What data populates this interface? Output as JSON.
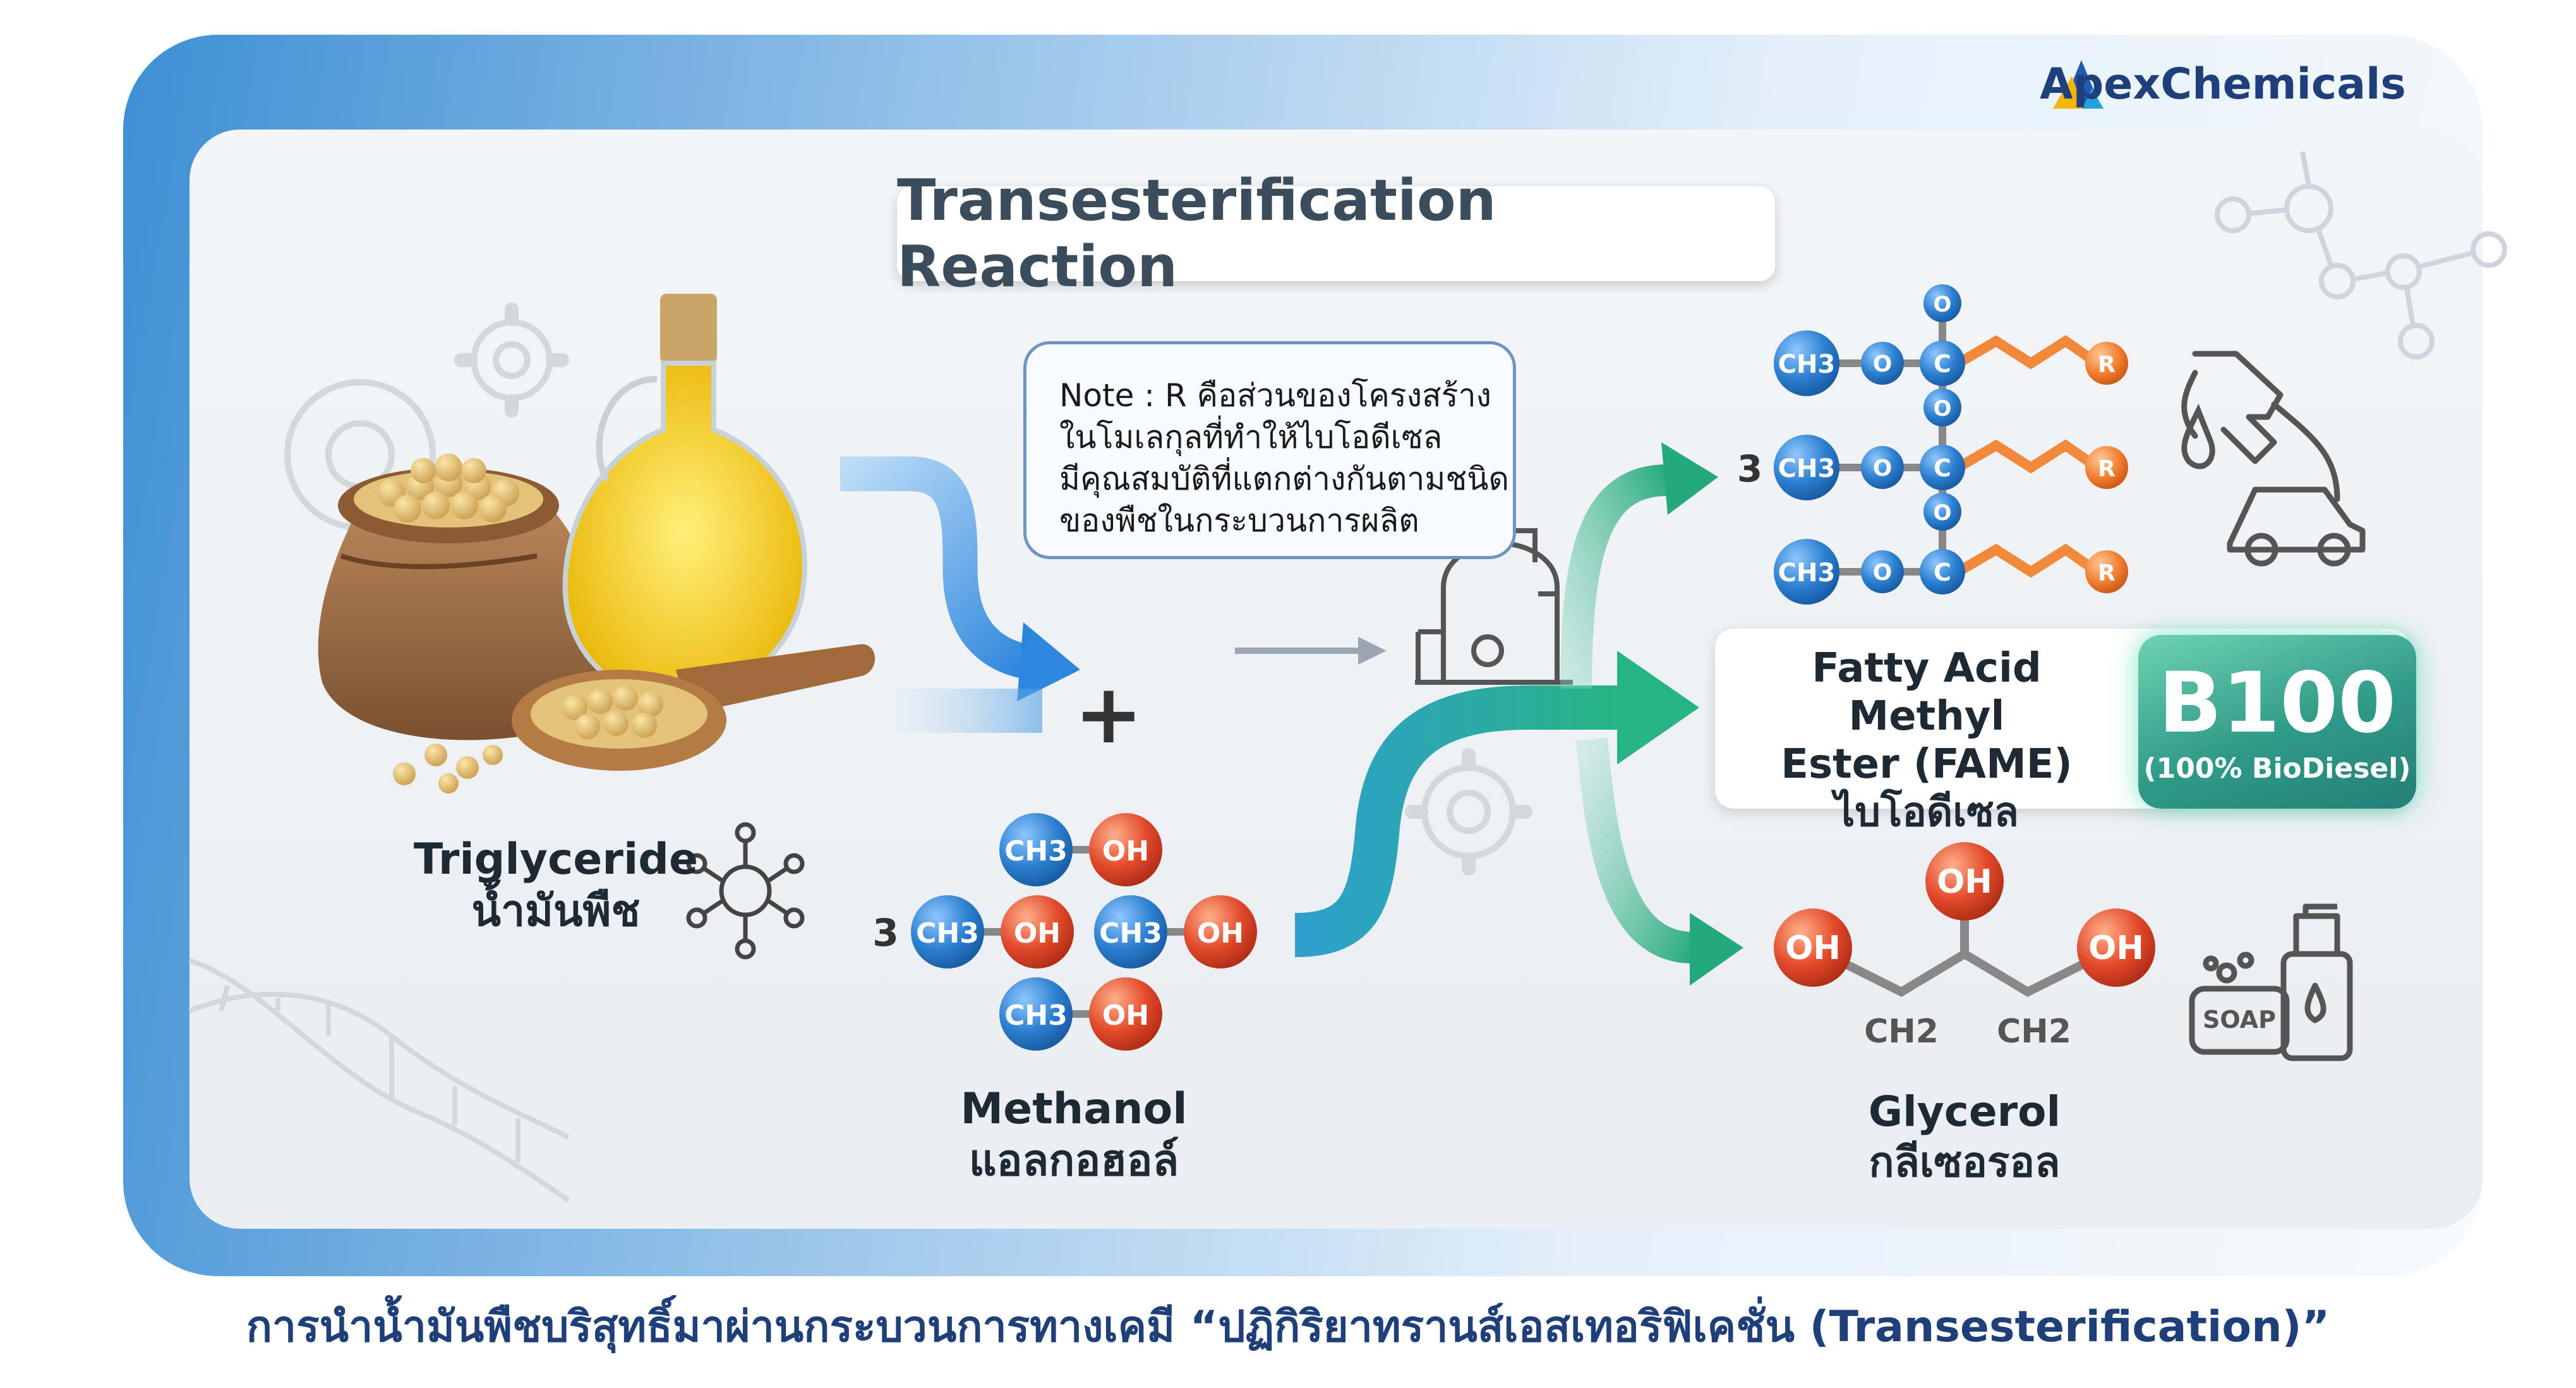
{
  "brand": {
    "name": "ApexChemicals"
  },
  "title": "Transesterification Reaction",
  "note": {
    "lines": [
      "Note : R คือส่วนของโครงสร้าง",
      "ในโมเลกุลที่ทำให้ไบโอดีเซล",
      "มีคุณสมบัติที่แตกต่างกันตามชนิด",
      "ของพืชในกระบวนการผลิต"
    ]
  },
  "reactants": {
    "plus": "+",
    "triglyceride": {
      "name": "Triglyceride",
      "thai": "น้ำมันพืช"
    },
    "methanol": {
      "coefficient": "3",
      "ch3": "CH3",
      "oh": "OH",
      "name": "Methanol",
      "thai": "แอลกอฮอล์"
    }
  },
  "products": {
    "ester": {
      "coefficient": "3",
      "ch3": "CH3",
      "o": "O",
      "c": "C",
      "r": "R"
    },
    "fame": {
      "line1": "Fatty Acid Methyl",
      "line2": "Ester (FAME)",
      "thai": "ไบโอดีเซล"
    },
    "b100": {
      "main": "B100",
      "sub": "(100% BioDiesel)"
    },
    "glycerol": {
      "oh": "OH",
      "ch2": "CH2",
      "name": "Glycerol",
      "thai": "กลีเซอรอล"
    },
    "soap_label": "SOAP"
  },
  "caption": "การนำน้ำมันพืชบริสุทธิ์มาผ่านกระบวนการทางเคมี “ปฏิกิริยาทรานส์เอสเทอริฟิเคชั่น (Transesterification)”",
  "colors": {
    "brand_blue": "#1f3f7a",
    "ch3_blue": "#2b7fd0",
    "oh_red": "#e2492b",
    "carbon_blue": "#2f6fc4",
    "r_orange": "#ef7a2a",
    "arrow_blue": "#2f8de0",
    "arrow_green": "#2ab58a"
  }
}
